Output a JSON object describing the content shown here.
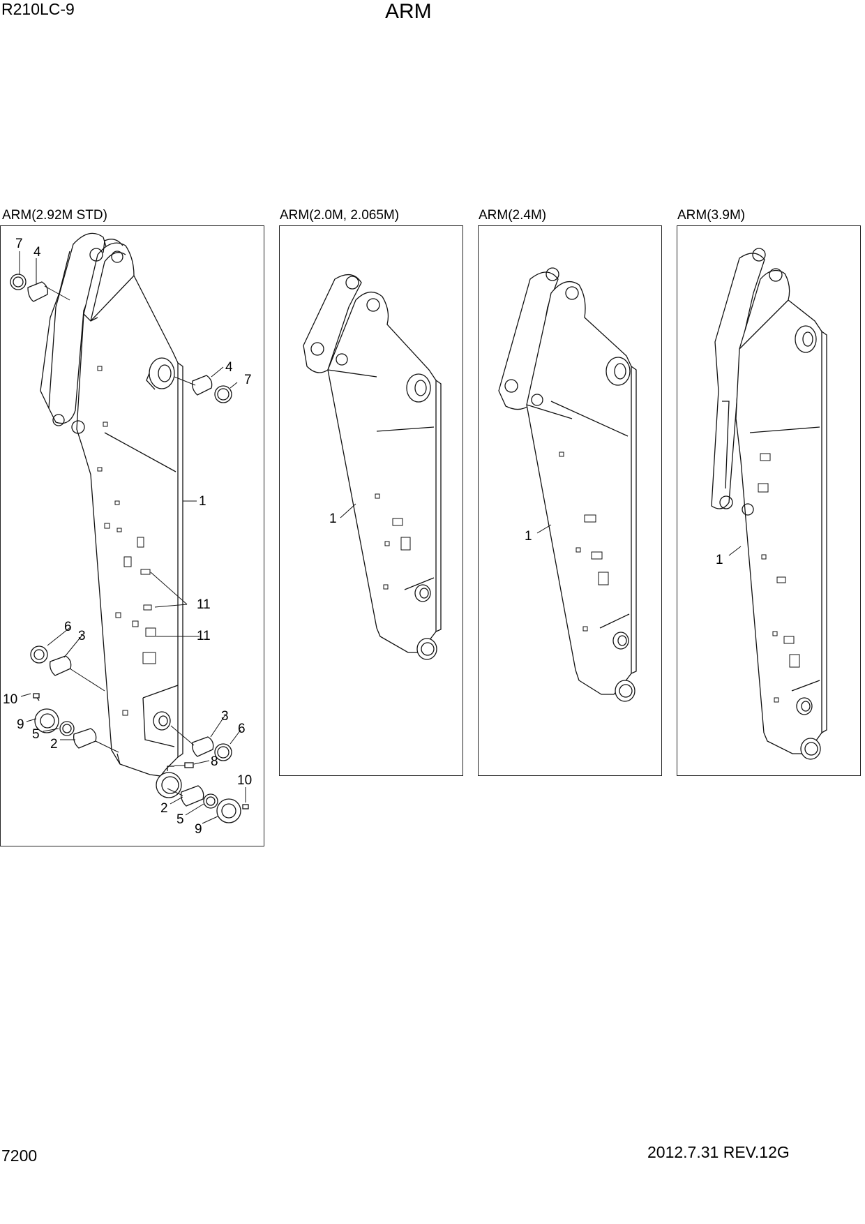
{
  "header": {
    "model": "R210LC-9",
    "title": "ARM"
  },
  "footer": {
    "page_number": "7200",
    "revision": "2012.7.31  REV.12G"
  },
  "panels": [
    {
      "label": "ARM(2.92M STD)",
      "callouts": [
        "7",
        "4",
        "4",
        "7",
        "1",
        "11",
        "11",
        "6",
        "3",
        "10",
        "9",
        "5",
        "2",
        "3",
        "6",
        "8",
        "10",
        "2",
        "5",
        "9"
      ]
    },
    {
      "label": "ARM(2.0M, 2.065M)",
      "callouts": [
        "1"
      ]
    },
    {
      "label": "ARM(2.4M)",
      "callouts": [
        "1"
      ]
    },
    {
      "label": "ARM(3.9M)",
      "callouts": [
        "1"
      ]
    }
  ]
}
